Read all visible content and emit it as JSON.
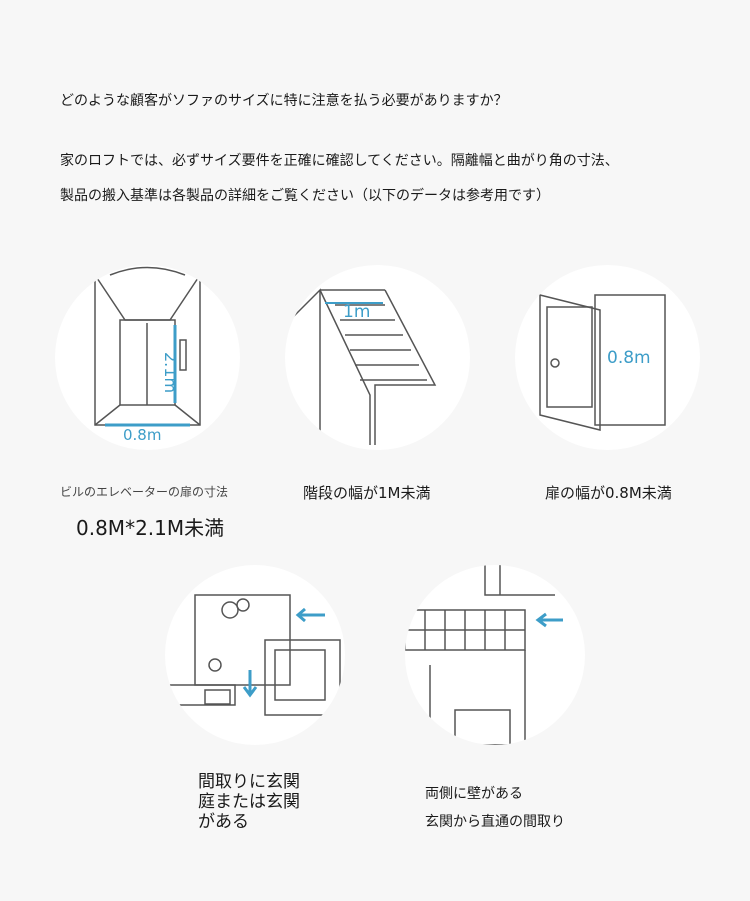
{
  "intro": {
    "question": "どのような顧客がソファのサイズに特に注意を払う必要がありますか？",
    "line1": "家のロフトでは、必ずサイズ要件を正確に確認してください。隔離幅と曲がり角の寸法、",
    "line2": "製品の搬入基準は各製品の詳細をご覧ください（以下のデータは参考用です）"
  },
  "items": [
    {
      "caption": "ビルのエレベーターの扉の寸法",
      "sub": "0.8M*2.1M未満",
      "dims": [
        "2.1m",
        "0.8m"
      ]
    },
    {
      "caption": "階段の幅が1M未満",
      "dims": [
        "1m"
      ]
    },
    {
      "caption": "扉の幅が0.8M未満",
      "dims": [
        "0.8m"
      ]
    },
    {
      "caption_lines": [
        "間取りに玄関",
        "庭または玄関",
        "がある"
      ]
    },
    {
      "caption_lines": [
        "両側に壁がある",
        "玄関から直通の間取り"
      ]
    }
  ],
  "colors": {
    "accent": "#3d9dc8",
    "line": "#555555"
  }
}
